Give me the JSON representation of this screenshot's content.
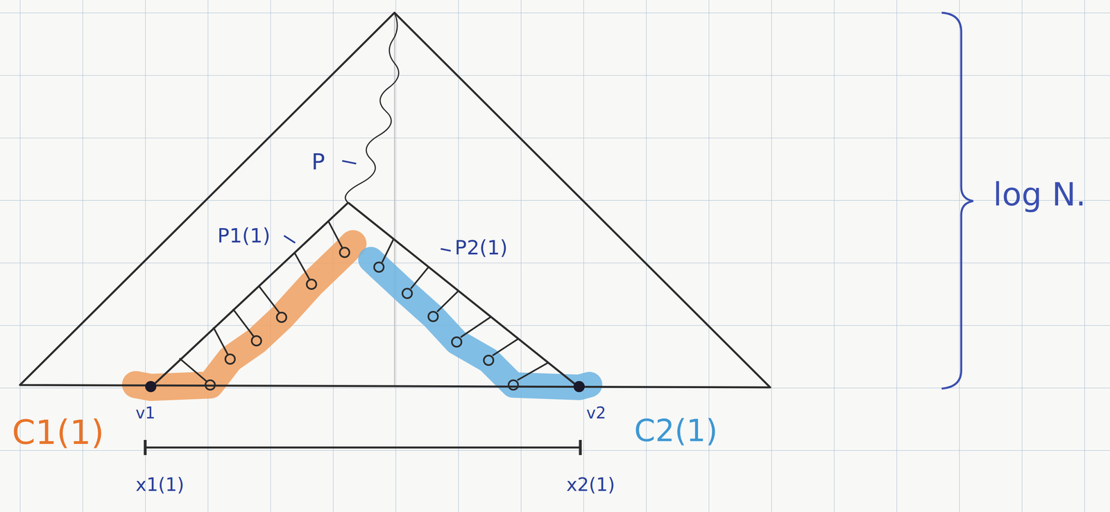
{
  "diagram": {
    "labels": [
      "P",
      "P1(1)",
      "P2(1)",
      "log N.",
      "C1(1)",
      "v1",
      "v2",
      "C2(1)",
      "x1(1)",
      "x2(1)"
    ]
  }
}
